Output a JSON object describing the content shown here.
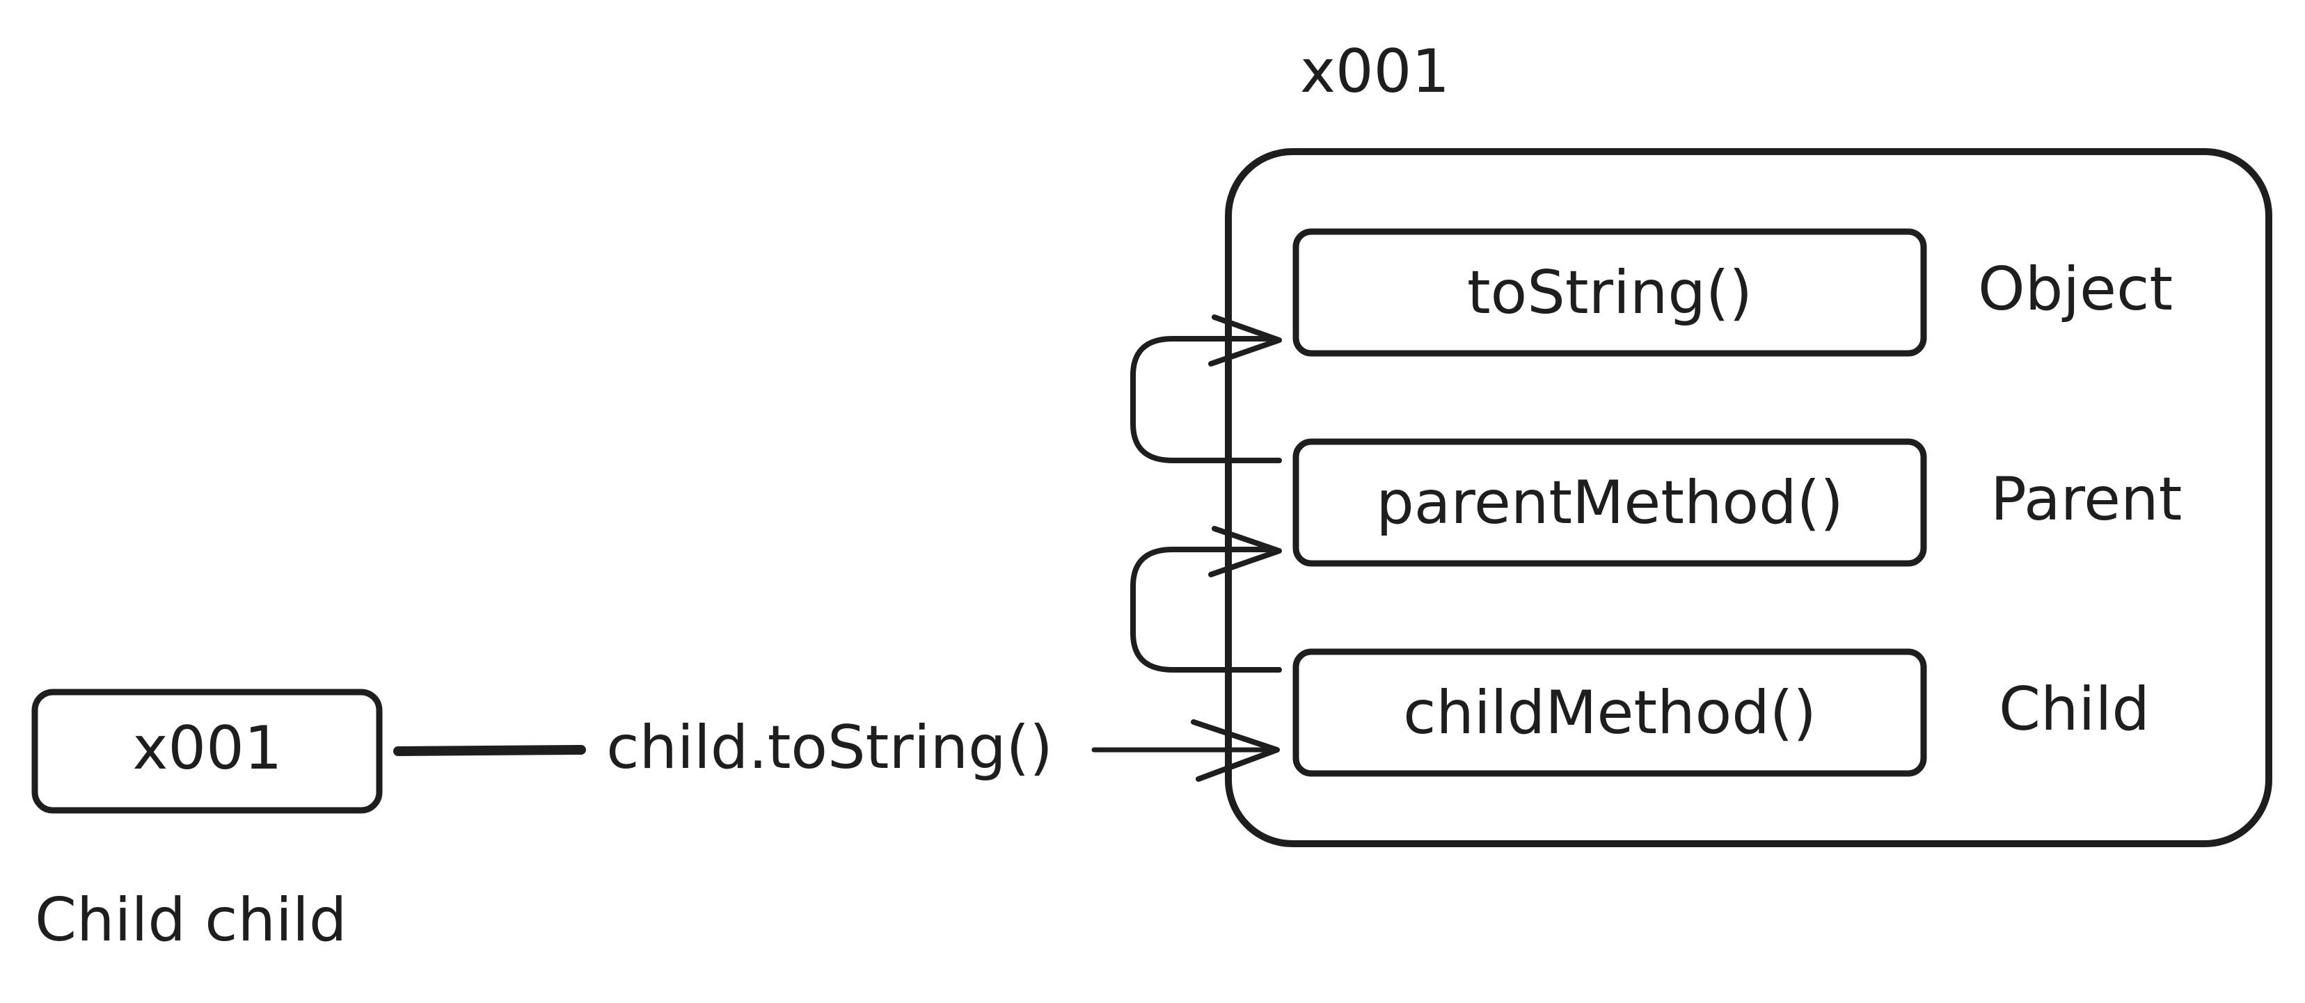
{
  "variable": {
    "address": "x001",
    "declaration": "Child child"
  },
  "call": {
    "label": "child.toString()"
  },
  "heap_object": {
    "address": "x001",
    "methods": [
      {
        "name": "toString()",
        "class_name": "Object"
      },
      {
        "name": "parentMethod()",
        "class_name": "Parent"
      },
      {
        "name": "childMethod()",
        "class_name": "Child"
      }
    ]
  },
  "colors": {
    "ink": "#1e1e1e",
    "background": "#ffffff"
  }
}
